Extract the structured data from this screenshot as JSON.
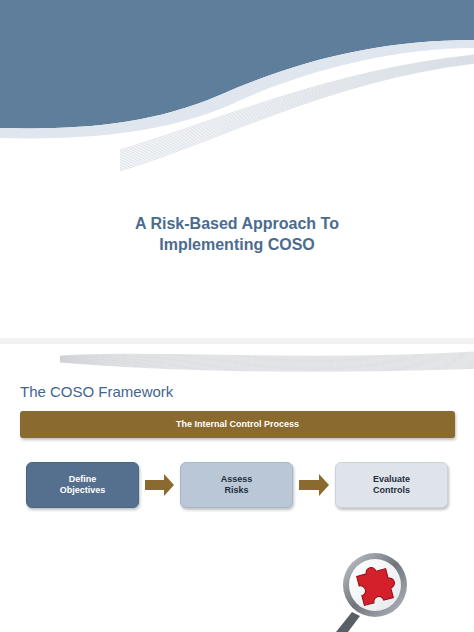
{
  "diagram": {
    "title": "A Risk-Based Approach To Implementing COSO",
    "nodes": [
      {
        "text": [
          "The Internal Control Process"
        ]
      },
      {
        "text": [
          "Define Objectives"
        ]
      },
      {
        "text": [
          "Assess Risks"
        ]
      },
      {
        "text": [
          "Evaluate Controls"
        ]
      }
    ],
    "edges": [
      {
        "from": 1,
        "to": 2,
        "arrow": "to"
      },
      {
        "from": 2,
        "to": 3,
        "arrow": "to"
      }
    ],
    "labels": [
      "The COSO Framework"
    ]
  }
}
